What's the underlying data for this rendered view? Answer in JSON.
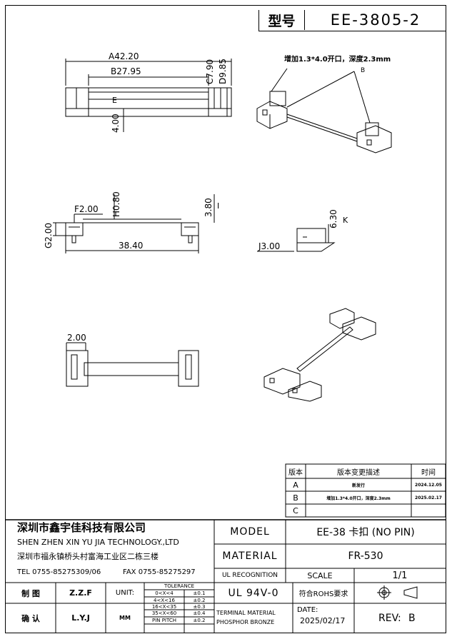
{
  "header": {
    "type_label": "型号",
    "part_number": "EE-3805-2"
  },
  "annotations": {
    "callout": "增加1.3*4.0开口，深度2.3mm",
    "callout_tag": "B"
  },
  "dimensions": {
    "a": "A42.20",
    "b": "B27.95",
    "c": "C7.90",
    "d": "D9.85",
    "e": "E",
    "e_val": "4.00",
    "f": "F2.00",
    "h": "H0.80",
    "i_val": "3.80",
    "i": "I",
    "g": "G2.00",
    "total": "38.40",
    "k_val": "6.30",
    "k": "K",
    "j": "J3.00",
    "bottom_width": "2.00"
  },
  "revision_table": {
    "headers": [
      "版本",
      "版本变更描述",
      "时间"
    ],
    "rows": [
      {
        "rev": "A",
        "desc": "新发行",
        "date": "2024.12.05"
      },
      {
        "rev": "B",
        "desc": "增加1.3*4.0开口，深度2.3mm",
        "date": "2025.02.17"
      },
      {
        "rev": "C",
        "desc": "",
        "date": ""
      }
    ]
  },
  "company": {
    "name_cn": "深圳市鑫宇佳科技有限公司",
    "name_en": "SHEN ZHEN XIN YU JIA TECHNOLOGY.,LTD",
    "address": "深圳市福永镇桥头村富海工业区二栋三楼",
    "tel": "TEL 0755-85275309/06",
    "fax": "FAX 0755-85275297"
  },
  "title_block": {
    "model_label": "MODEL",
    "model_value": "EE-38 卡扣 (NO PIN)",
    "material_label": "MATERIAL",
    "material_value": "FR-530",
    "ul_label": "UL RECOGNITION",
    "ul_value": "UL 94V-0",
    "scale_label": "SCALE",
    "scale_value": "1/1",
    "rohs": "符合ROHS要求",
    "terminal_material": "TERMINAL MATERIAL",
    "phosphor": "PHOSPHOR BRONZE",
    "date_label": "DATE:",
    "date_value": "2025/02/17",
    "rev_label": "REV:",
    "rev_value": "B"
  },
  "signoff": {
    "draw_label": "制 图",
    "draw_name": "Z.Z.F",
    "confirm_label": "确 认",
    "confirm_name": "L.Y.J",
    "unit_label": "UNIT:",
    "unit_value": "MM"
  },
  "tolerance": {
    "title": "TOLERANCE",
    "rows": [
      {
        "range": "0<X<4",
        "tol": "±0.1"
      },
      {
        "range": "4<X<16",
        "tol": "±0.2"
      },
      {
        "range": "16<X<35",
        "tol": "±0.3"
      },
      {
        "range": "35<X<60",
        "tol": "±0.4"
      },
      {
        "range": "PIN PITCH",
        "tol": "±0.2"
      }
    ]
  }
}
